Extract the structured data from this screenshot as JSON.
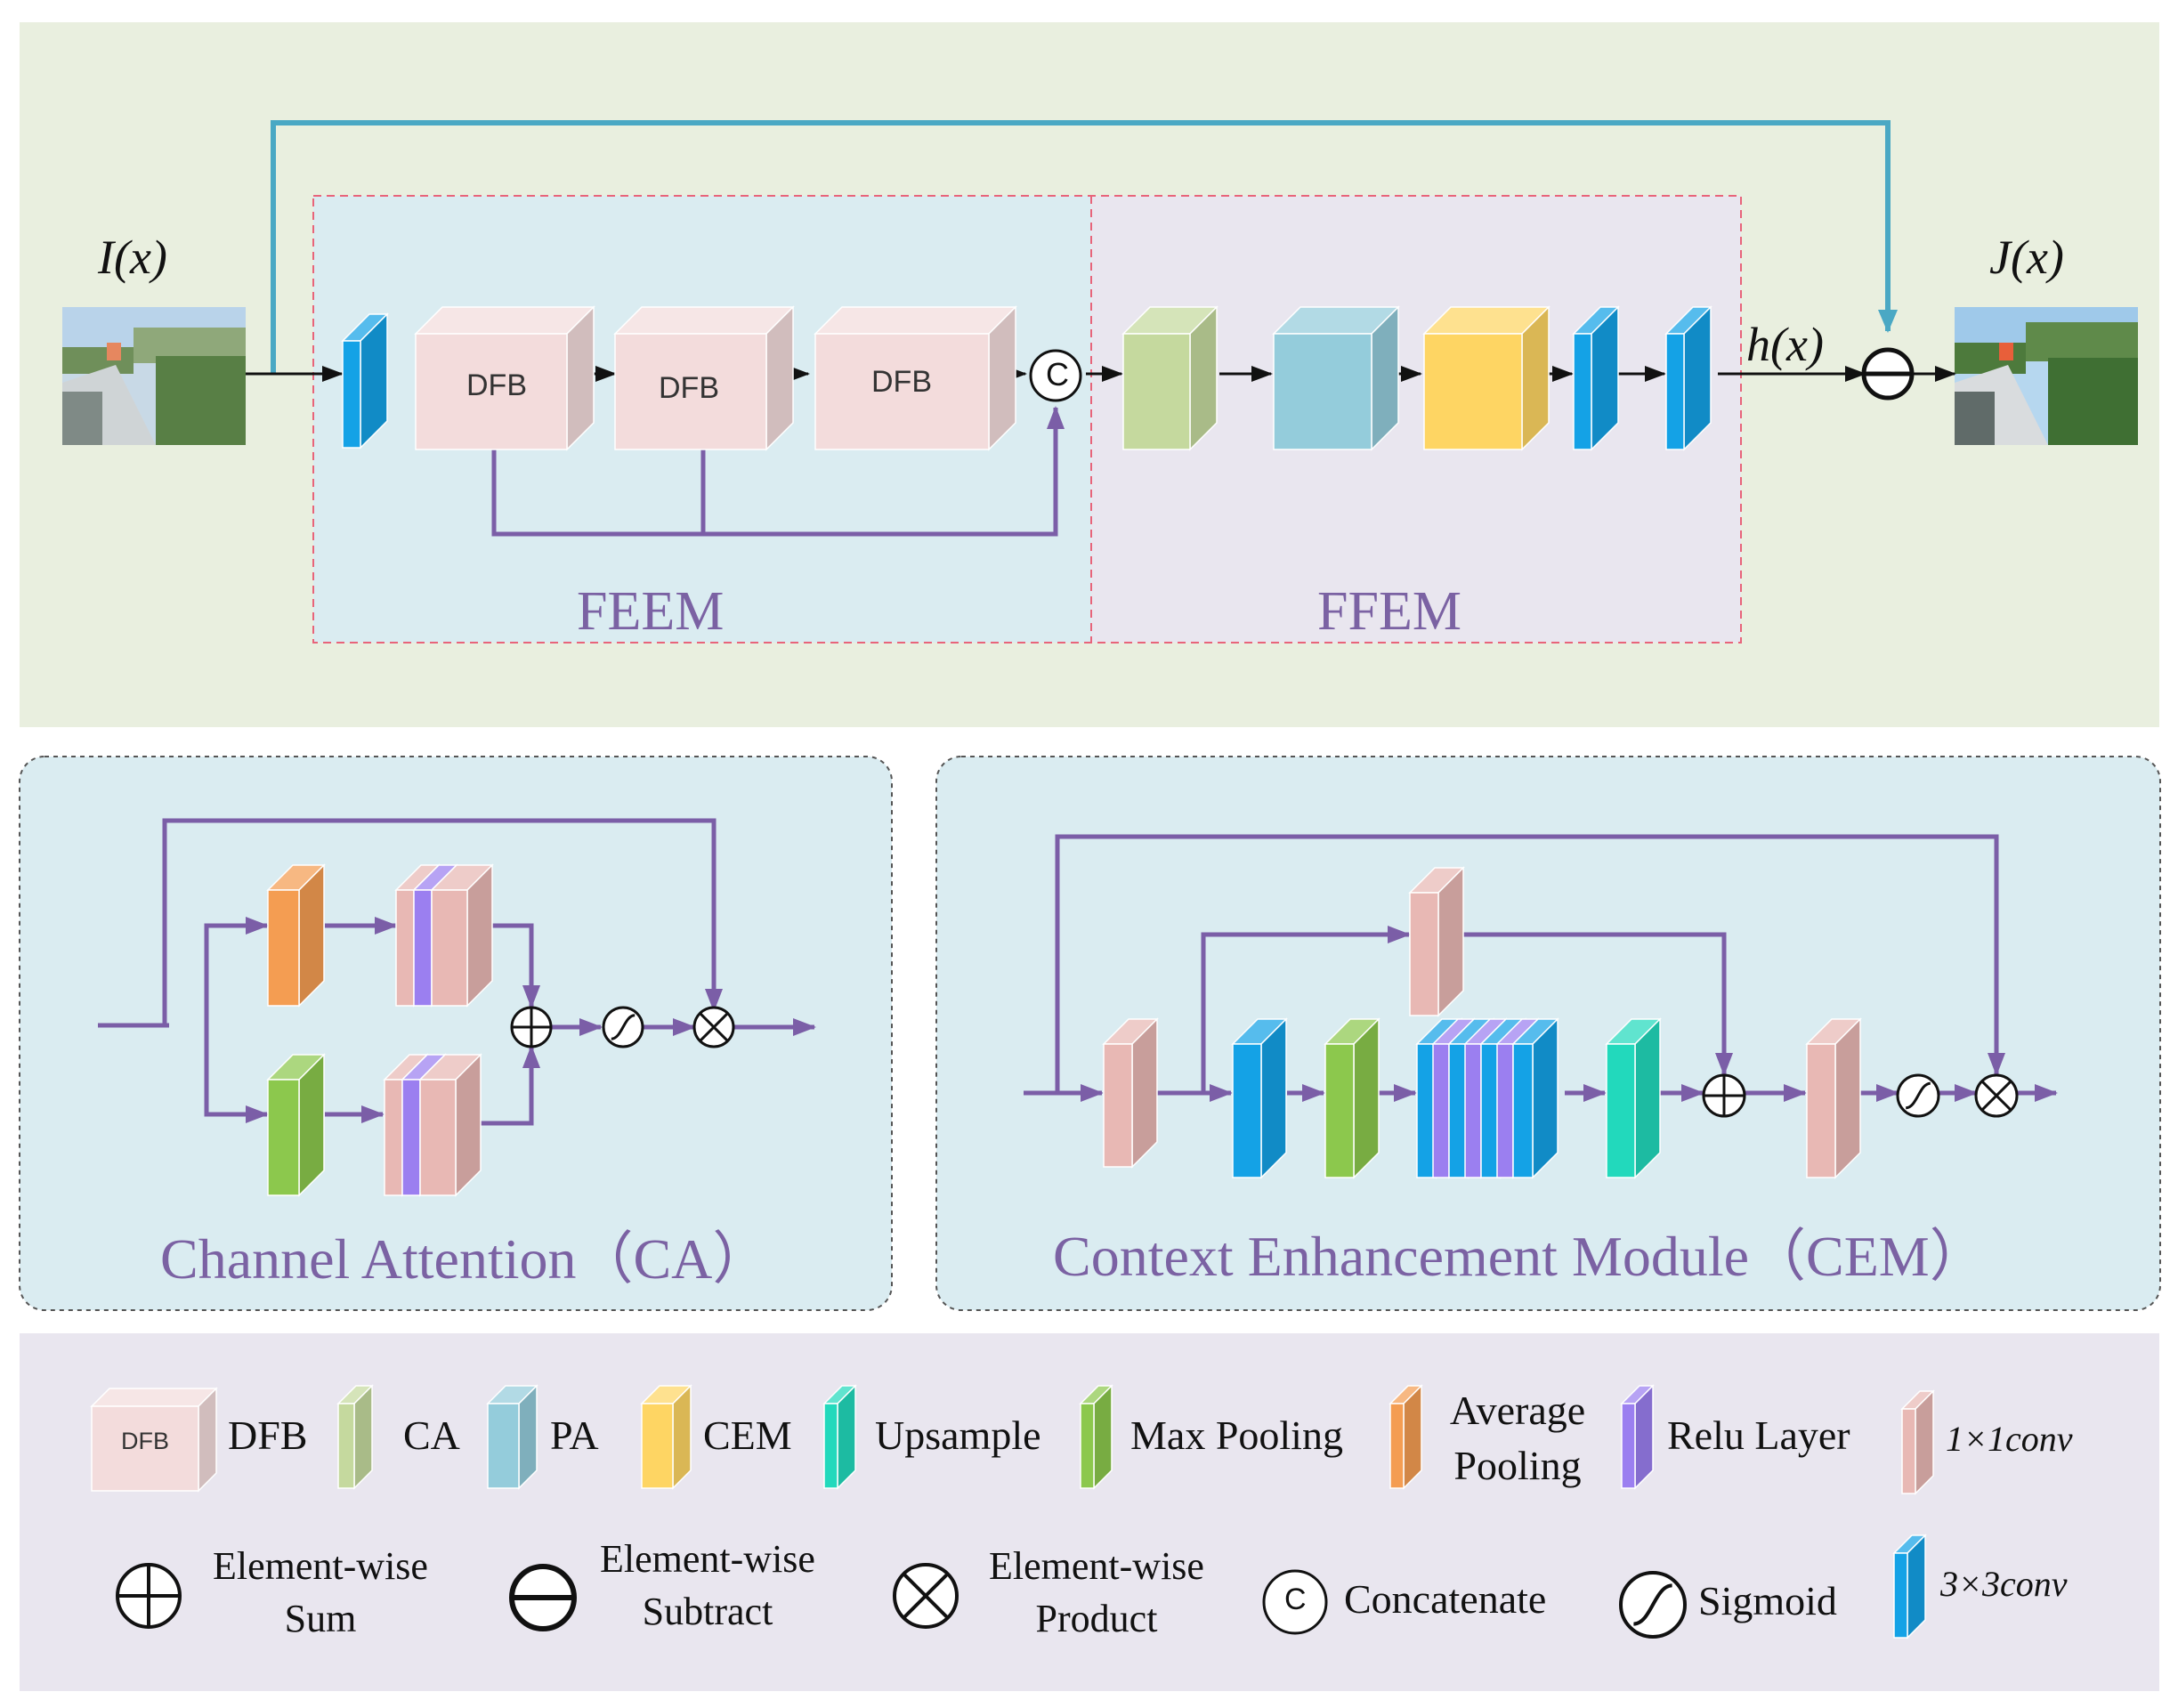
{
  "colors": {
    "top_panel": "#e9efdf",
    "feem_fill": "#daecf1",
    "ffem_fill": "#e9e6ef",
    "mid_panel": "#daecf1",
    "legend_panel": "#e9e6ef",
    "dfb": "#f3dcdc",
    "ca": "#c5d99e",
    "pa": "#94ccdb",
    "cem": "#fed563",
    "upsample": "#22d9bc",
    "max_pooling": "#8cc84d",
    "average_pooling": "#f49d52",
    "relu": "#9b7ff0",
    "conv1x1": "#e8b8b4",
    "conv3x3": "#14a2e6",
    "skip_line": "#4aa8c4",
    "flow_line": "#7b5ea7"
  },
  "top": {
    "input_label": "I(x)",
    "output_label": "J(x)",
    "h_label": "h(x)",
    "dfb_block_text": "DFB",
    "concat_symbol": "C",
    "feem_label": "FEEM",
    "ffem_label": "FFEM"
  },
  "ca_section": {
    "title": "Channel Attention（CA）"
  },
  "cem_section": {
    "title": "Context Enhancement Module（CEM）"
  },
  "legend": {
    "row1": {
      "dfb_icon_text": "DFB",
      "dfb": "DFB",
      "ca": "CA",
      "pa": "PA",
      "cem": "CEM",
      "upsample": "Upsample",
      "max_pooling": "Max Pooling",
      "average_pooling": "Average\nPooling",
      "relu_layer": "Relu Layer",
      "conv1x1": "1×1conv"
    },
    "row2": {
      "elementwise_sum": "Element-wise\nSum",
      "elementwise_subtract": "Element-wise\nSubtract",
      "elementwise_product": "Element-wise\nProduct",
      "concat_symbol": "C",
      "concatenate": "Concatenate",
      "sigmoid": "Sigmoid",
      "conv3x3": "3×3conv"
    }
  }
}
